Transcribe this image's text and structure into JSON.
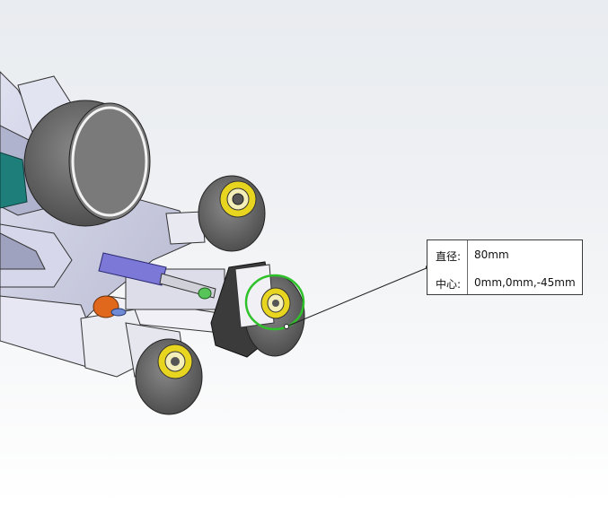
{
  "dimension_callout": {
    "rows": [
      {
        "label": "直径:",
        "value": "80mm"
      },
      {
        "label": "中心:",
        "value": "0mm,0mm,-45mm"
      }
    ]
  },
  "colors": {
    "selection_highlight": "#2fc12a",
    "wheel_tire": "#6e6e6e",
    "wheel_hub": "#e8d51f",
    "frame": "#c9cbe3",
    "teal_part": "#1e7f7a",
    "cylinder": "#7b78d8",
    "orange_part": "#e0681c"
  }
}
